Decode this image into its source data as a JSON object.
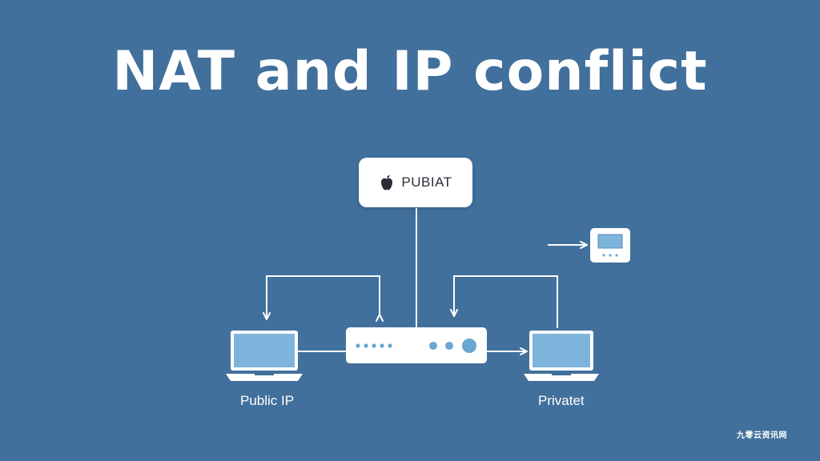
{
  "title": "NAT and IP conflict",
  "top_node": {
    "label": "PUBIAT",
    "icon": "apple-icon"
  },
  "router": {
    "icon": "router-icon"
  },
  "left_device": {
    "label": "Public IP",
    "icon": "laptop-icon"
  },
  "right_device": {
    "label": "Privatet",
    "icon": "laptop-icon"
  },
  "small_device": {
    "icon": "monitor-icon"
  },
  "watermark": "九零云资讯网",
  "colors": {
    "background": "#41709c",
    "line": "#ffffff",
    "screen": "#7db4dc",
    "router_dot": "#6aa6d2",
    "node_fill": "#ffffff"
  }
}
